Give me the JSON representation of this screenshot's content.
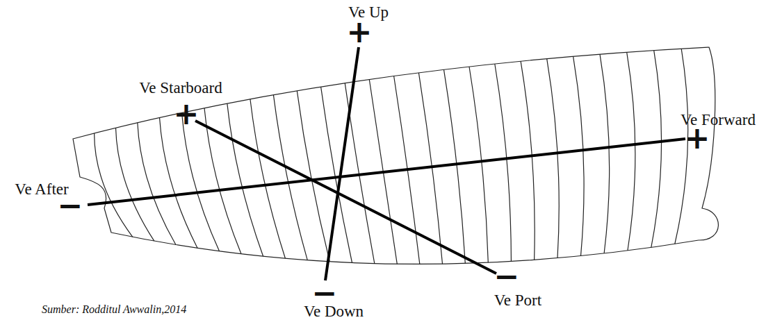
{
  "diagram": {
    "caption": "Sumber: Rodditul Awwalin,2014",
    "labels": [
      "Ve Up",
      "+",
      "Ve Starboard",
      "+",
      "Ve Forward",
      "+",
      "Ve After",
      "−",
      "Ve Port",
      "−",
      "Ve Down",
      "−"
    ]
  }
}
